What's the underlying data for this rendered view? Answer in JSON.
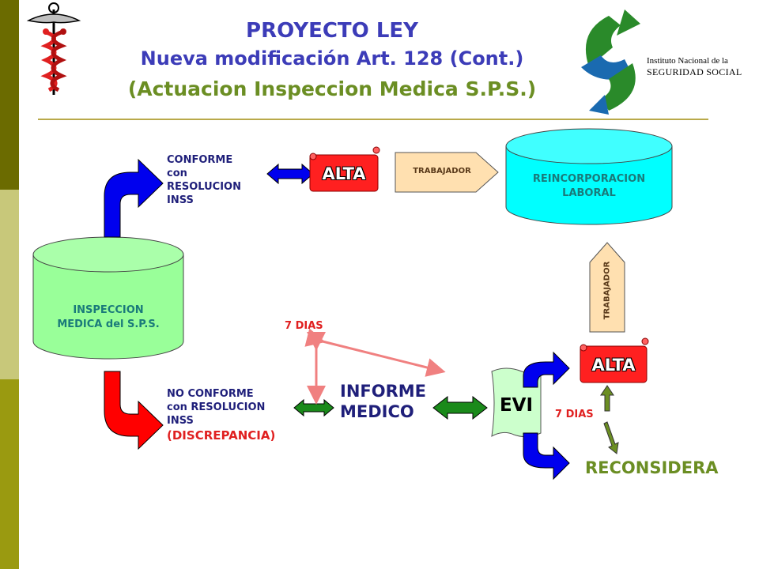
{
  "header": {
    "title_line1": "PROYECTO LEY",
    "title_line2": "Nueva modificación Art. 128 (Cont.)",
    "title_line3": "(Actuacion Inspeccion Medica S.P.S.)"
  },
  "logo": {
    "org_line1": "Instituto Nacional de la",
    "org_line2": "SEGURIDAD SOCIAL"
  },
  "diagram": {
    "inspeccion": {
      "line1": "INSPECCION",
      "line2": "MEDICA del S.P.S."
    },
    "conforme": {
      "line1": "CONFORME",
      "line2": "con",
      "line3": "RESOLUCION",
      "line4": "INSS"
    },
    "alta_top": "ALTA",
    "trabajador_top": "TRABAJADOR",
    "reincorporacion": {
      "line1": "REINCORPORACION",
      "line2": "LABORAL"
    },
    "trabajador_vertical": "TRABAJADOR",
    "no_conforme": {
      "line1": "NO CONFORME",
      "line2": "con RESOLUCION",
      "line3": "INSS",
      "line4": "(DISCREPANCIA)"
    },
    "dias_left": "7 DIAS",
    "informe": {
      "line1": "INFORME",
      "line2": "MEDICO"
    },
    "evi": "EVI",
    "alta_bottom": "ALTA",
    "dias_right": "7 DIAS",
    "reconsidera": "RECONSIDERA"
  },
  "colors": {
    "sidebar_dark": "#6b6b00",
    "sidebar_light": "#c8c87a",
    "cylinder_green": "#99ff99",
    "cylinder_cyan": "#00ffff",
    "alta_red": "#ff2020",
    "arrow_blue": "#0000ee",
    "arrow_red": "#ff0000",
    "arrow_green": "#1a8a1a"
  }
}
